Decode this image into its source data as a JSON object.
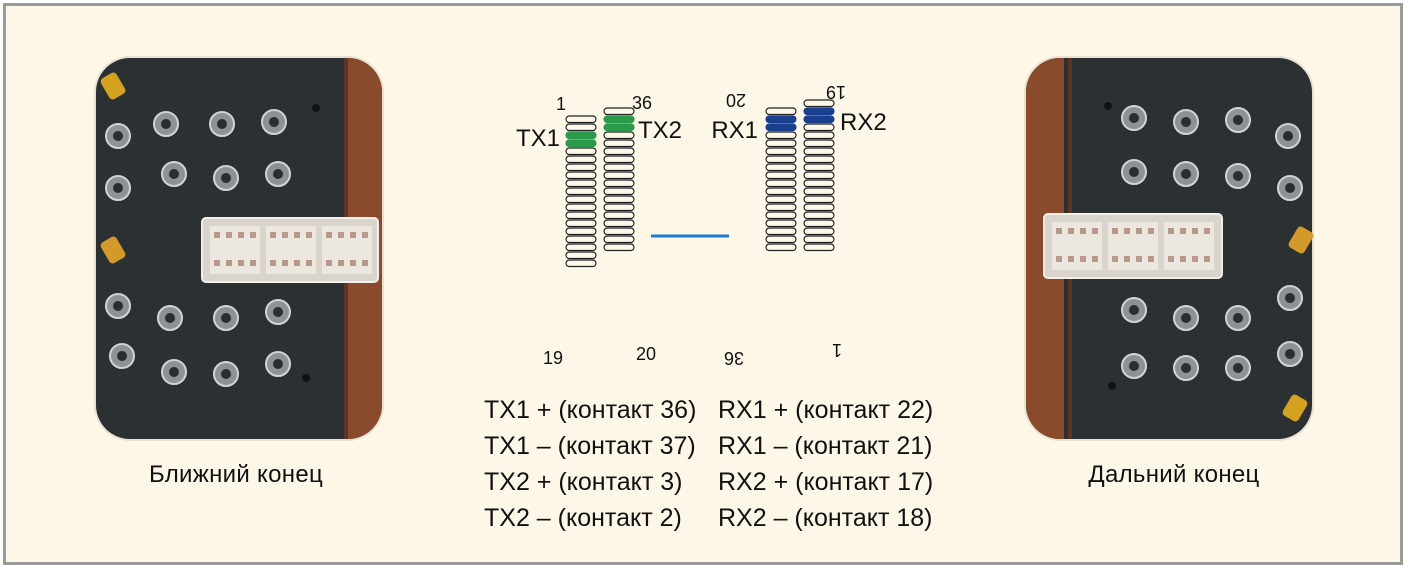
{
  "near_board": {
    "caption": "Ближний конец"
  },
  "far_board": {
    "caption": "Дальний конец"
  },
  "pinout": {
    "left_connector": {
      "num_top_left": "1",
      "num_top_right": "36",
      "num_bottom_left": "19",
      "num_bottom_right": "20",
      "label_tx1": "TX1",
      "label_tx2": "TX2",
      "highlight_color": "#2a9a4a"
    },
    "right_connector": {
      "num_top_left": "20",
      "num_top_right": "19",
      "num_bottom_left": "36",
      "num_bottom_right": "1",
      "label_rx1": "RX1",
      "label_rx2": "RX2",
      "highlight_color": "#1a3f8f"
    },
    "link_color": "#1a7fd0"
  },
  "legend": {
    "tx": [
      "TX1 + (контакт 36)",
      "TX1 – (контакт 37)",
      "TX2 + (контакт 3)",
      "TX2 – (контакт 2)"
    ],
    "rx": [
      "RX1 + (контакт 22)",
      "RX1 – (контакт 21)",
      "RX2 + (контакт 17)",
      "RX2 – (контакт 18)"
    ]
  }
}
